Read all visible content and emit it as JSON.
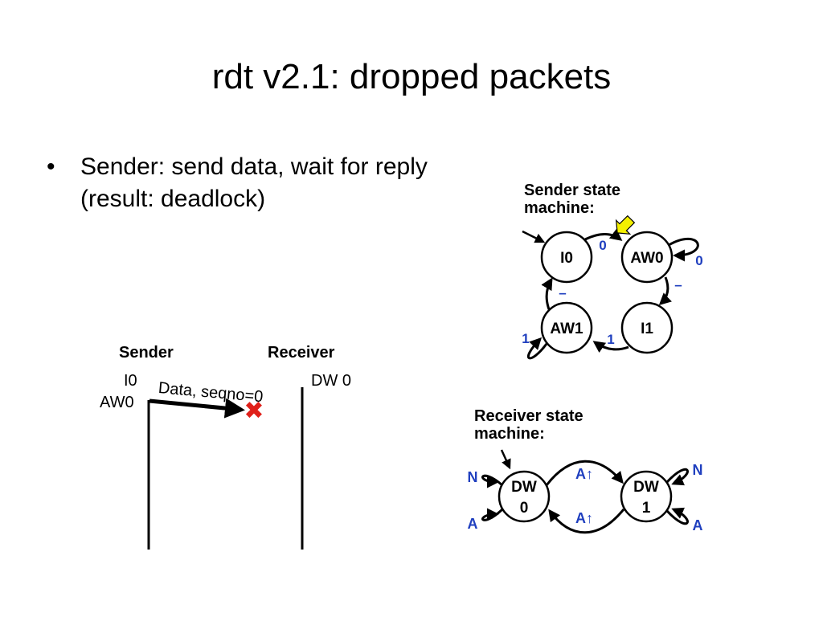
{
  "slide": {
    "title": "rdt v2.1: dropped packets",
    "bullet": {
      "marker": "•",
      "text": "Sender: send data, wait for reply (result: deadlock)"
    }
  },
  "timeline": {
    "sender_heading": "Sender",
    "receiver_heading": "Receiver",
    "sender_state_1": "I0",
    "sender_state_2": "AW0",
    "receiver_state": "DW 0",
    "message_label": "Data, seqno=0",
    "loss_marker": "✖"
  },
  "sender_fsm": {
    "heading": "Sender state machine:",
    "states": [
      "I0",
      "AW0",
      "I1",
      "AW1"
    ],
    "transition_labels": {
      "i0_to_aw0": "0",
      "aw0_self": "0",
      "aw0_to_i1": "–",
      "i1_to_aw1": "1",
      "aw1_self": "1",
      "aw1_to_i0": "–"
    },
    "current_state_marker": "AW0"
  },
  "receiver_fsm": {
    "heading": "Receiver state machine:",
    "states": [
      {
        "line1": "DW",
        "line2": "0"
      },
      {
        "line1": "DW",
        "line2": "1"
      }
    ],
    "transition_labels": {
      "dw0_self_top": "N",
      "dw0_self_bottom": "A",
      "dw0_to_dw1": "A↑",
      "dw1_to_dw0": "A↑",
      "dw1_self_top": "N",
      "dw1_self_bottom": "A"
    }
  },
  "colors": {
    "label_blue": "#1f3fbf",
    "loss_red": "#e0201a",
    "marker_yellow": "#f4f000"
  }
}
